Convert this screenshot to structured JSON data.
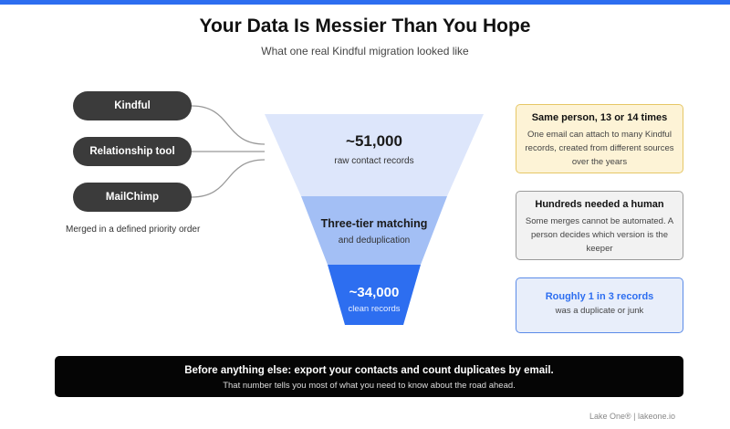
{
  "title": "Your Data Is Messier Than You Hope",
  "subtitle": "What one real Kindful migration looked like",
  "sources": [
    {
      "label": "Kindful"
    },
    {
      "label": "Relationship tool"
    },
    {
      "label": "MailChimp"
    }
  ],
  "merge_note": "Merged in a defined priority order",
  "funnel": {
    "stages": [
      {
        "main": "~51,000",
        "sub": "raw contact records",
        "color": "#dde6fb"
      },
      {
        "main": "Three-tier matching",
        "sub": "and deduplication",
        "color": "#a3bff5"
      },
      {
        "main": "~34,000",
        "sub": "clean records",
        "color": "#2d6ef0"
      }
    ]
  },
  "callouts": [
    {
      "title": "Same person, 13 or 14 times",
      "body": "One email can attach to many Kindful records, created from different sources over the years"
    },
    {
      "title": "Hundreds needed a human",
      "body": "Some merges cannot be automated. A person decides which version is the keeper"
    },
    {
      "title": "Roughly 1 in 3 records",
      "body": "was a duplicate or junk"
    }
  ],
  "banner": {
    "main": "Before anything else: export your contacts and count duplicates by email.",
    "sub": "That number tells you most of what you need to know about the road ahead."
  },
  "footer": "Lake One® | lakeone.io",
  "colors": {
    "accent": "#2d6ef0",
    "pill": "#3b3b3b",
    "banner": "#050505"
  }
}
